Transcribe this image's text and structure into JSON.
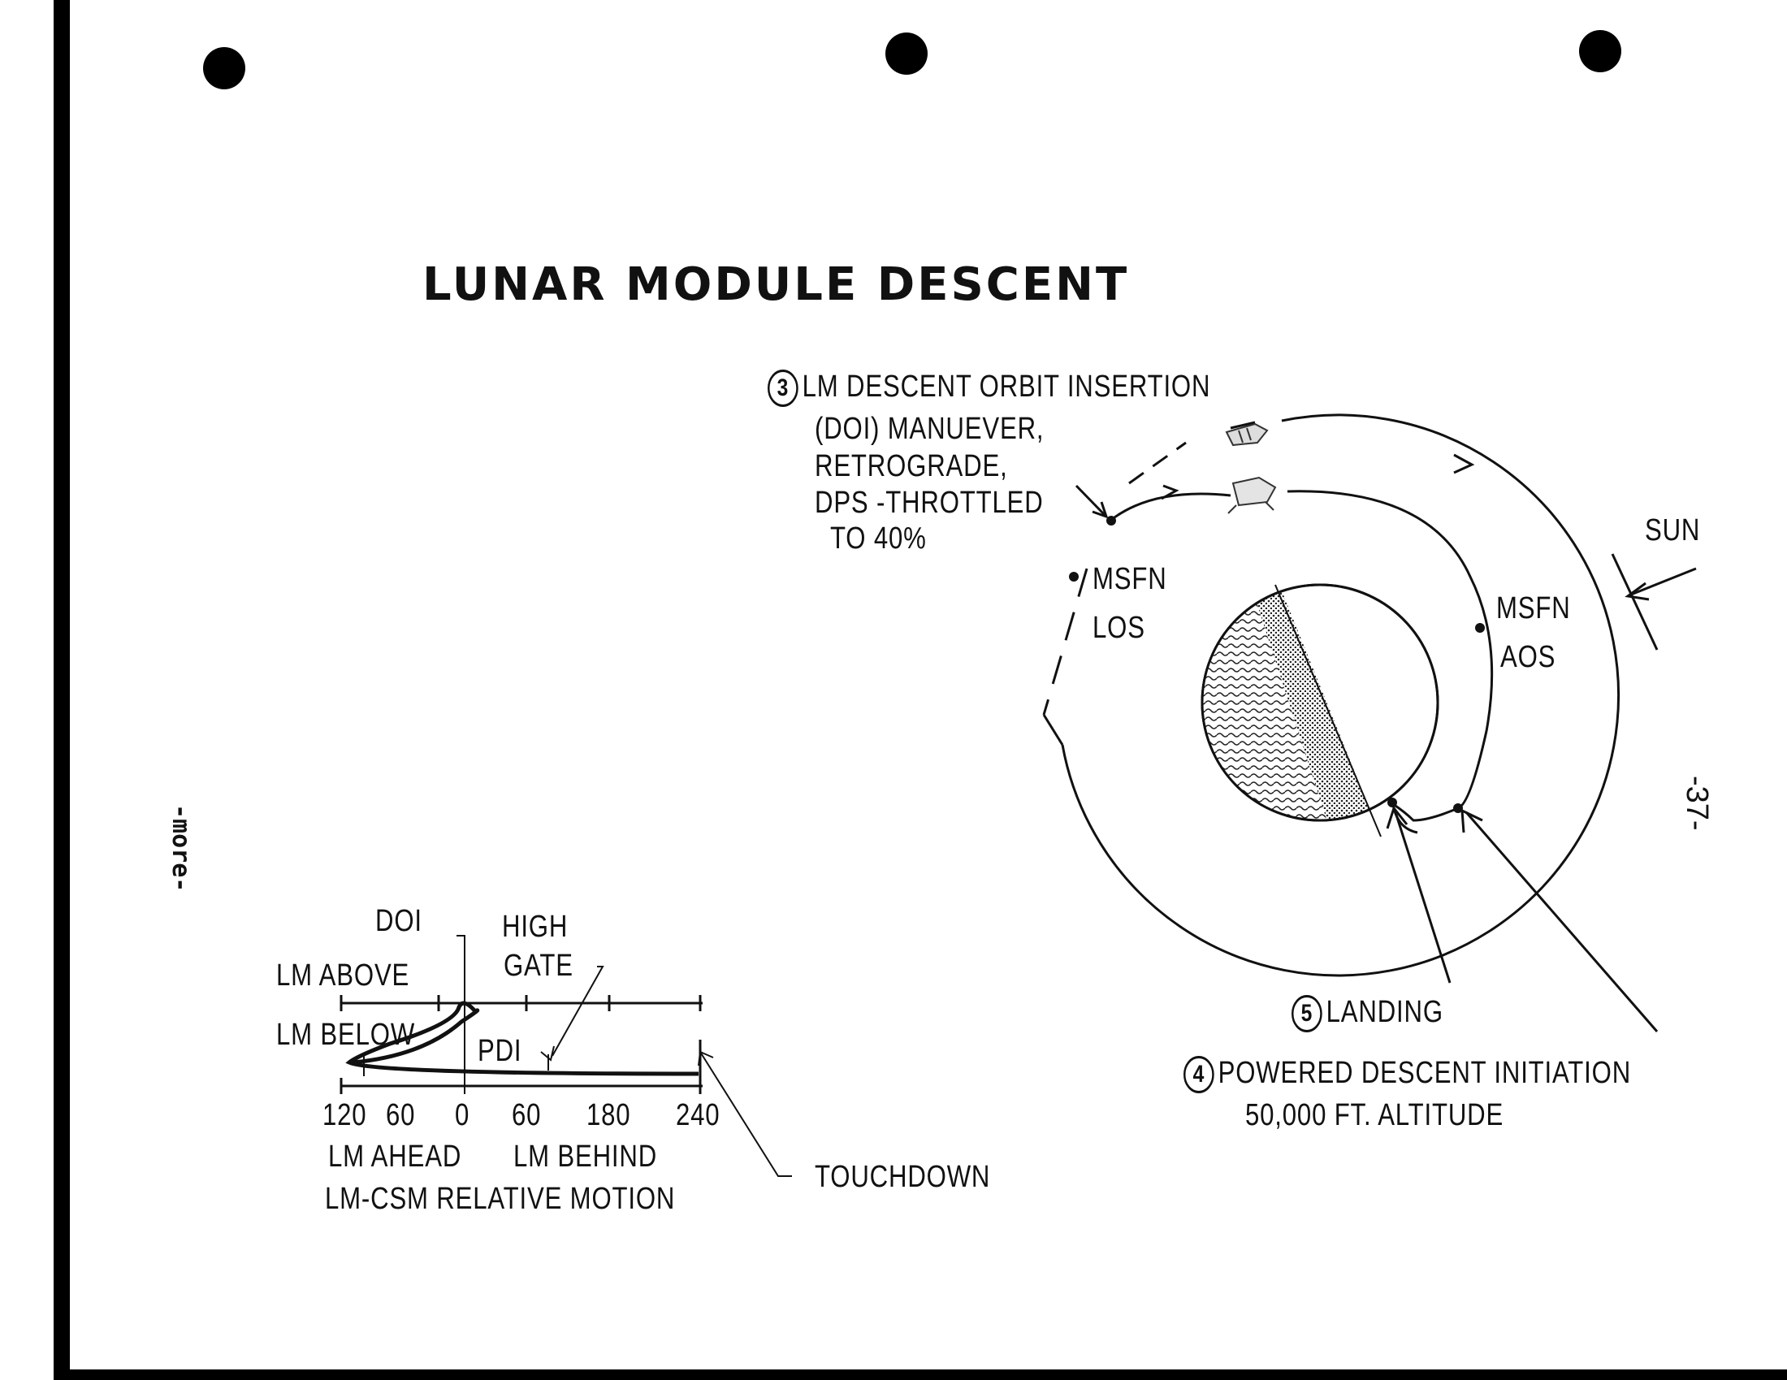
{
  "title": "LUNAR MODULE DESCENT",
  "side_note": "-more-",
  "page_number": "-37-",
  "steps": {
    "doi": {
      "number": "3",
      "lines": [
        "LM DESCENT ORBIT INSERTION",
        "(DOI) MANUEVER,",
        "RETROGRADE,",
        "DPS -THROTTLED",
        "TO 40%"
      ]
    },
    "landing": {
      "number": "5",
      "label": "LANDING"
    },
    "pdi": {
      "number": "4",
      "lines": [
        "POWERED DESCENT INITIATION",
        "50,000 FT. ALTITUDE"
      ]
    }
  },
  "orbit_labels": {
    "msfn_los": [
      "MSFN",
      "LOS"
    ],
    "msfn_aos": [
      "MSFN",
      "AOS"
    ],
    "sun": "SUN"
  },
  "relative_motion": {
    "doi_label": "DOI",
    "high_gate": [
      "HIGH",
      "GATE"
    ],
    "lm_above": "LM ABOVE",
    "lm_below": "LM BELOW",
    "pdi_label": "PDI",
    "x_ticks": [
      "120",
      "60",
      "0",
      "60",
      "180",
      "240"
    ],
    "lm_ahead": "LM AHEAD",
    "lm_behind": "LM BEHIND",
    "axis_title": "LM-CSM RELATIVE MOTION",
    "touchdown": "TOUCHDOWN"
  }
}
